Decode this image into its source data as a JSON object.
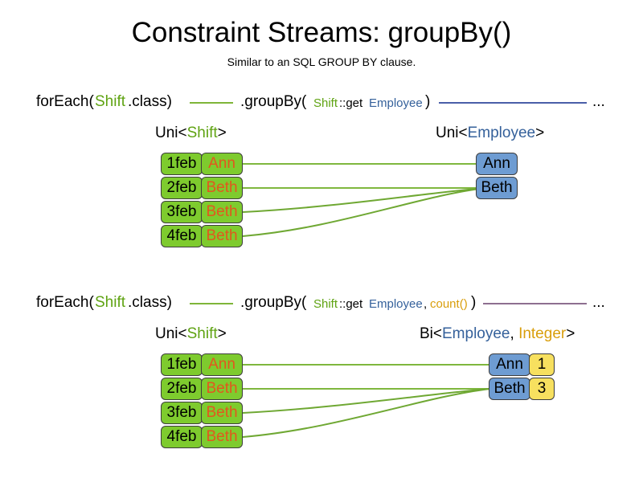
{
  "header": {
    "title": "Constraint Streams: groupBy()",
    "subtitle": "Similar to an SQL GROUP BY clause."
  },
  "diagrams": [
    {
      "id": "groupby-single",
      "code": {
        "for_each_open": "forEach(",
        "for_each_type": "Shift",
        "for_each_close": ".class)",
        "group_by_open": ".groupBy(",
        "mapper_type": "Shift",
        "mapper_sep": "::get",
        "mapper_prop": "Employee",
        "group_by_close": ")",
        "ellipsis": "..."
      },
      "left_label": {
        "prefix": "Uni<",
        "type": "Shift",
        "suffix": ">"
      },
      "right_label": {
        "prefix": "Uni<",
        "type": "Employee",
        "suffix": ">"
      },
      "left_rows": [
        {
          "date": "1feb",
          "name": "Ann"
        },
        {
          "date": "2feb",
          "name": "Beth"
        },
        {
          "date": "3feb",
          "name": "Beth"
        },
        {
          "date": "4feb",
          "name": "Beth"
        }
      ],
      "right_rows": [
        {
          "employee": "Ann"
        },
        {
          "employee": "Beth"
        }
      ]
    },
    {
      "id": "groupby-count",
      "code": {
        "for_each_open": "forEach(",
        "for_each_type": "Shift",
        "for_each_close": ".class)",
        "group_by_open": ".groupBy(",
        "mapper_type": "Shift",
        "mapper_sep": "::get",
        "mapper_prop": "Employee",
        "collector_sep": ", ",
        "collector": "count()",
        "group_by_close": ")",
        "ellipsis": "..."
      },
      "left_label": {
        "prefix": "Uni<",
        "type": "Shift",
        "suffix": ">"
      },
      "right_label": {
        "prefix": "Bi<",
        "type": "Employee",
        "mid": ", ",
        "type2": "Integer",
        "suffix": ">"
      },
      "left_rows": [
        {
          "date": "1feb",
          "name": "Ann"
        },
        {
          "date": "2feb",
          "name": "Beth"
        },
        {
          "date": "3feb",
          "name": "Beth"
        },
        {
          "date": "4feb",
          "name": "Beth"
        }
      ],
      "right_rows": [
        {
          "employee": "Ann",
          "count": "1"
        },
        {
          "employee": "Beth",
          "count": "3"
        }
      ]
    }
  ],
  "colors": {
    "shift_green": "#7ECB2E",
    "employee_blue": "#6E9CD2",
    "count_yellow": "#F7E05F",
    "name_orange": "#E2571E",
    "token_green": "#5FA312",
    "token_blue": "#35619B",
    "token_gold": "#D99E0B",
    "link_green": "#6FA833",
    "pipe_blue": "#4A5FA8",
    "pipe_purple": "#8D6F90"
  }
}
